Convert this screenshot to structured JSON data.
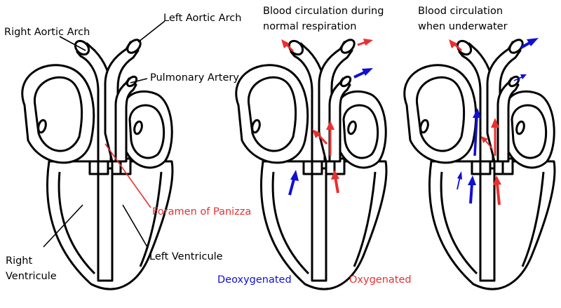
{
  "labels": {
    "right_aortic_arch": "Right Aortic Arch",
    "left_aortic_arch": "Left Aortic Arch",
    "pulmonary_artery": "Pulmonary Artery",
    "foramen": "Foramen of Panizza",
    "right_ventricle_1": "Right",
    "right_ventricle_2": "Ventricule",
    "left_ventricle": "Left Ventricule",
    "normal_title_1": "Blood circulation during",
    "normal_title_2": "normal respiration",
    "underwater_title_1": "Blood circulation",
    "underwater_title_2": "when underwater",
    "deoxygenated": "Deoxygenated",
    "oxygenated": "Oxygenated"
  },
  "colors": {
    "deoxygenated": "#1010d0",
    "oxygenated": "#e83030",
    "outline": "#000000"
  }
}
